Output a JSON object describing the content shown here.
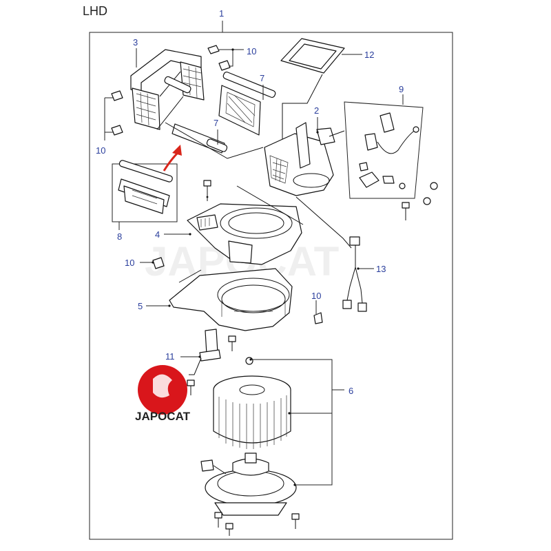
{
  "title": "LHD",
  "callouts": {
    "c1": "1",
    "c2": "2",
    "c3": "3",
    "c4": "4",
    "c5": "5",
    "c6": "6",
    "c7a": "7",
    "c7b": "7",
    "c8": "8",
    "c9": "9",
    "c10a": "10",
    "c10b": "10",
    "c10c": "10",
    "c10d": "10",
    "c11": "11",
    "c12": "12",
    "c13": "13"
  },
  "watermark": "JAPOCAT",
  "logo": {
    "text": "JAPOCAT",
    "color": "#d9161b"
  },
  "colors": {
    "callout": "#2a3e9c",
    "arrow": "#d9261b"
  }
}
